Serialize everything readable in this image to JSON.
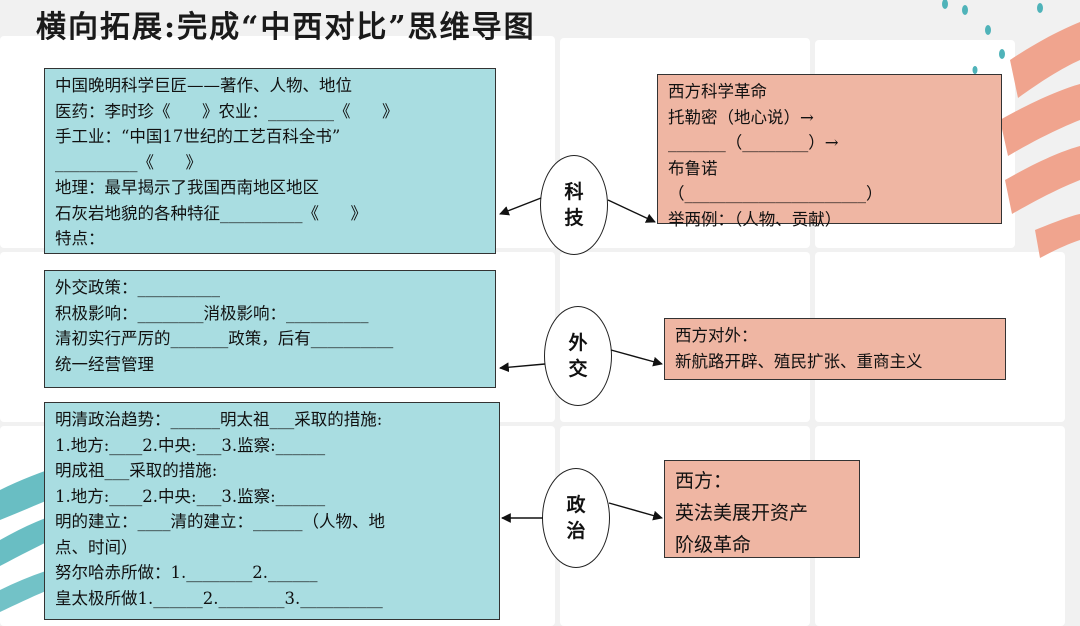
{
  "title": "横向拓展:完成“中西对比”思维导图",
  "colors": {
    "teal": "#a9dde1",
    "salmon": "#efb6a3"
  },
  "science": {
    "node": [
      "科",
      "技"
    ],
    "china": [
      "中国晚明科学巨匠——著作、人物、地位",
      "医药：李时珍《      》农业：________《      》",
      "手工业：“中国17世纪的工艺百科全书”",
      "__________《      》",
      "地理：最早揭示了我国西南地区地区",
      "石灰岩地貌的各种特征__________《      》",
      "特点："
    ],
    "west": [
      "西方科学革命",
      "托勒密（地心说）→",
      "_______（________）→",
      "布鲁诺",
      "（______________________）",
      "举两例：（人物、贡献）"
    ]
  },
  "diplomacy": {
    "node": [
      "外",
      "交"
    ],
    "china": [
      "外交政策：__________",
      "积极影响：________消极影响：__________",
      "清初实行严厉的_______政策，后有__________",
      "统一经营管理"
    ],
    "west": [
      "西方对外：",
      "新航路开辟、殖民扩张、重商主义"
    ]
  },
  "politics": {
    "node": [
      "政",
      "治"
    ],
    "china": [
      "明清政治趋势：______明太祖___采取的措施:",
      "1.地方:____2.中央:___3.监察:______",
      "明成祖___采取的措施:",
      "1.地方:____2.中央:___3.监察:______",
      "明的建立：____清的建立：______（人物、地",
      "点、时间）",
      "努尔哈赤所做：1.________2.______",
      "皇太极所做1.______2.________3.__________"
    ],
    "west": [
      "西方：",
      "英法美展开资产",
      "阶级革命"
    ]
  }
}
